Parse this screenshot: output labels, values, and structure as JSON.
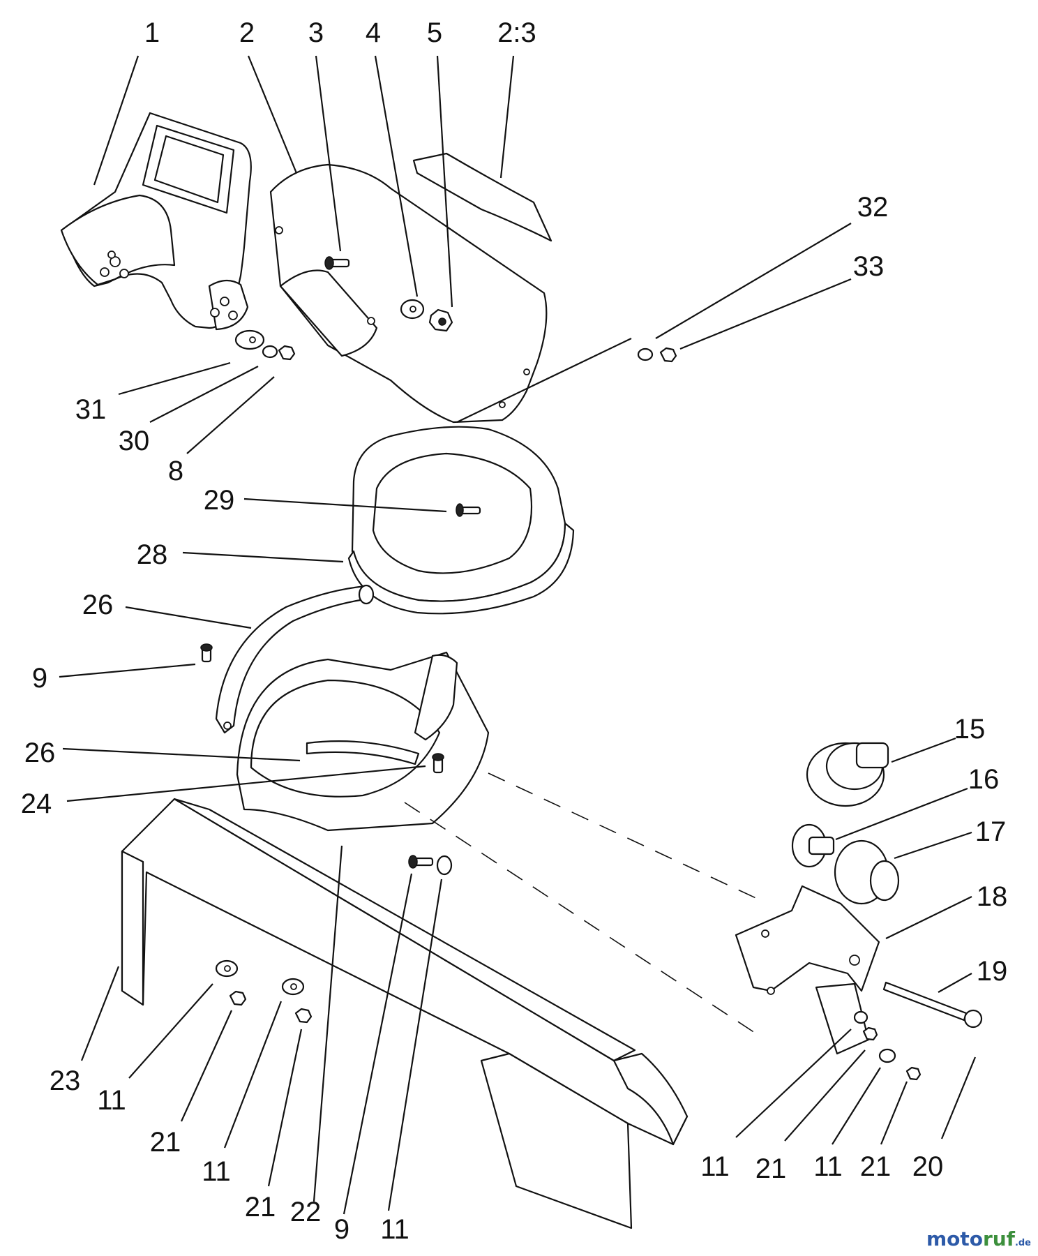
{
  "callouts": {
    "c1": "1",
    "c2": "2",
    "c3": "3",
    "c4": "4",
    "c5": "5",
    "c2_3": "2:3",
    "c32": "32",
    "c33": "33",
    "c31": "31",
    "c30": "30",
    "c8": "8",
    "c29": "29",
    "c28": "28",
    "c26a": "26",
    "c9a": "9",
    "c26b": "26",
    "c24": "24",
    "c15": "15",
    "c16": "16",
    "c17": "17",
    "c18": "18",
    "c19": "19",
    "c23": "23",
    "c11a": "11",
    "c21a": "21",
    "c11b": "11",
    "c21b": "21",
    "c22": "22",
    "c9b": "9",
    "c11c": "11",
    "c11d": "11",
    "c21c": "21",
    "c11e": "11",
    "c21d": "21",
    "c20": "20"
  },
  "watermark": {
    "part_a": "moto",
    "part_b": "ruf",
    "part_c": ".de"
  }
}
